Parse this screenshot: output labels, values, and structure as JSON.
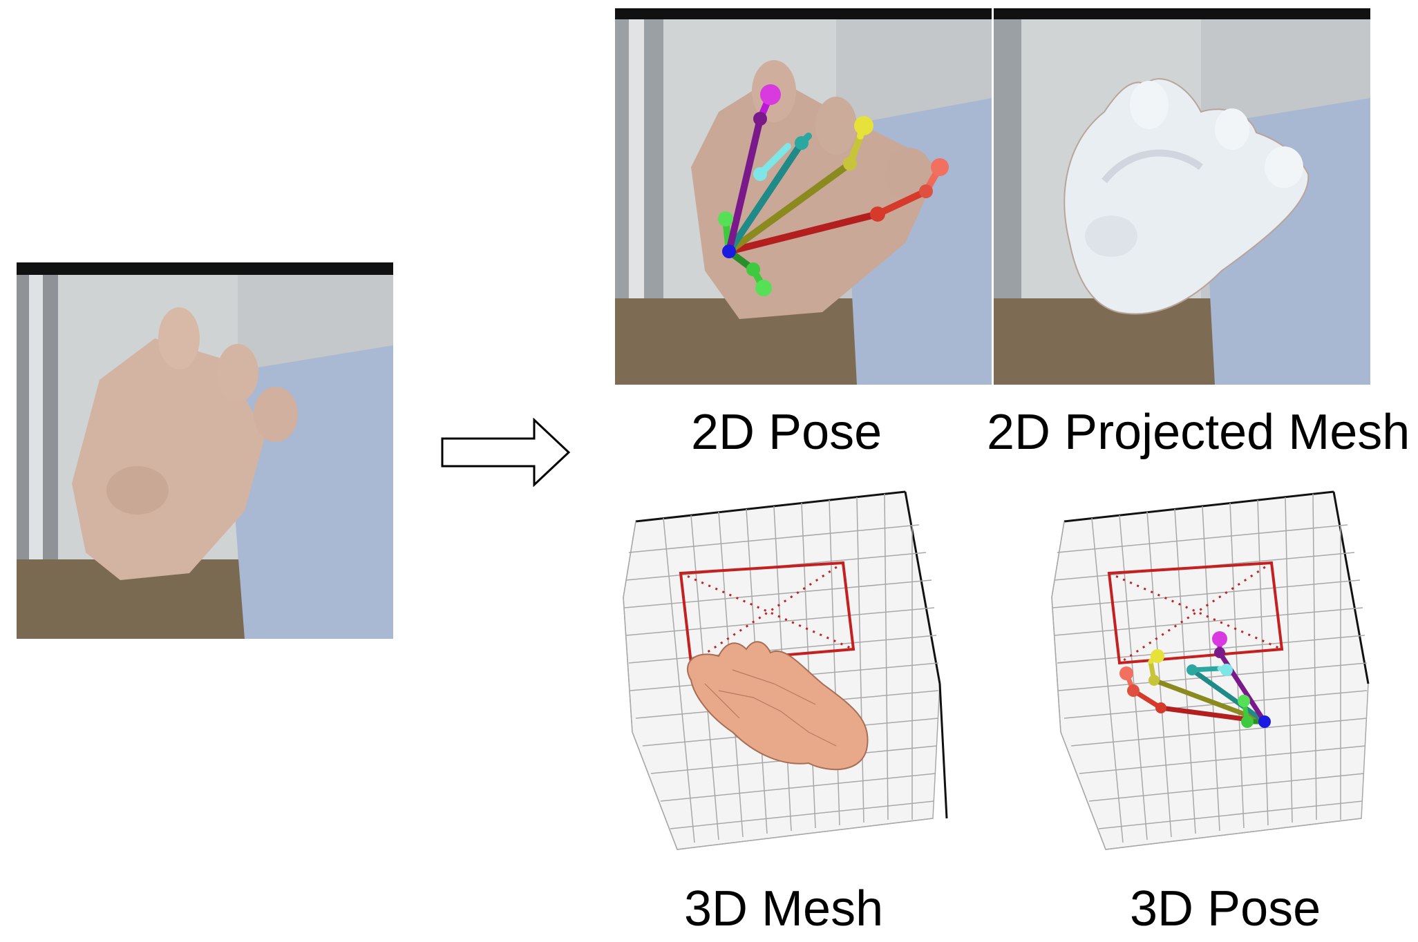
{
  "panels": {
    "pose2d": {
      "caption": "2D Pose"
    },
    "mesh2d": {
      "caption": "2D Projected Mesh"
    },
    "mesh3d": {
      "caption": "3D Mesh"
    },
    "pose3d": {
      "caption": "3D Pose"
    }
  },
  "finger_colors": {
    "thumb": "#3fc93f",
    "index": "#d63a2a",
    "middle": "#e6e23a",
    "ring": "#2aa7a0",
    "pinky": "#b81ad8",
    "wrist": "#1a1ae0"
  },
  "mesh_colors": {
    "skin_mesh": "#e8a98b",
    "projected_mesh": "#e9eef3"
  },
  "icons": {
    "arrow": "right-arrow-outline-icon"
  }
}
